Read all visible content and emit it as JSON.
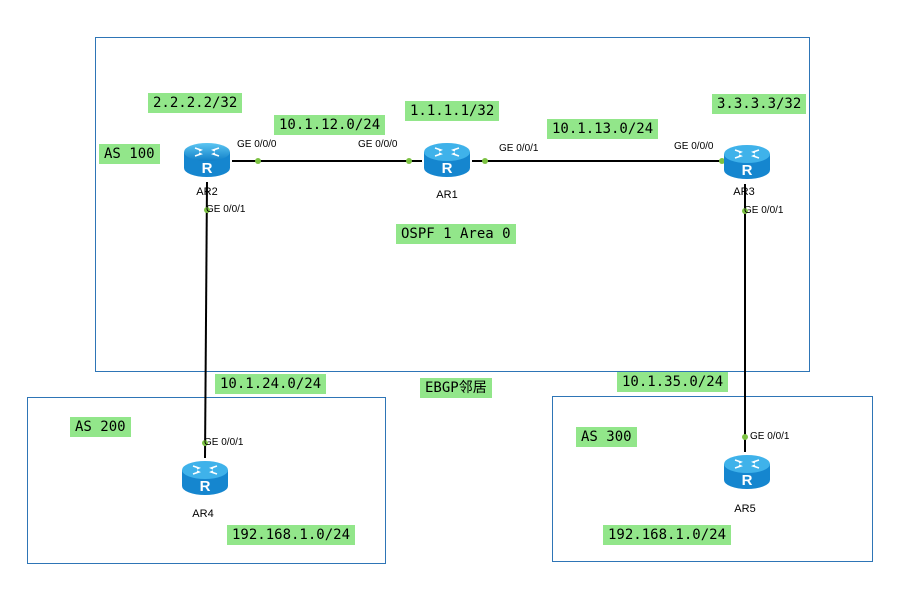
{
  "as_areas": {
    "as100": {
      "label": "AS 100"
    },
    "as200": {
      "label": "AS 200"
    },
    "as300": {
      "label": "AS 300"
    }
  },
  "routers": {
    "ar1": {
      "name": "AR1",
      "loopback": "1.1.1.1/32"
    },
    "ar2": {
      "name": "AR2",
      "loopback": "2.2.2.2/32"
    },
    "ar3": {
      "name": "AR3",
      "loopback": "3.3.3.3/32"
    },
    "ar4": {
      "name": "AR4"
    },
    "ar5": {
      "name": "AR5"
    }
  },
  "links": {
    "ar2_ar1": {
      "subnet": "10.1.12.0/24",
      "port_a": "GE 0/0/0",
      "port_b": "GE 0/0/0"
    },
    "ar1_ar3": {
      "subnet": "10.1.13.0/24",
      "port_a": "GE 0/0/1",
      "port_b": "GE 0/0/0"
    },
    "ar2_ar4": {
      "subnet": "10.1.24.0/24",
      "port_a": "GE 0/0/1",
      "port_b": "GE 0/0/1"
    },
    "ar3_ar5": {
      "subnet": "10.1.35.0/24",
      "port_a": "GE 0/0/1",
      "port_b": "GE 0/0/1"
    }
  },
  "networks": {
    "as200_lan": "192.168.1.0/24",
    "as300_lan": "192.168.1.0/24"
  },
  "annotations": {
    "ospf": "OSPF 1 Area 0",
    "ebgp": "EBGP邻居"
  },
  "colors": {
    "label_bg": "#92e68a",
    "box_border": "#2e75b6",
    "router_body": "#1e9fe0",
    "port_dot": "#7cc242"
  },
  "icons": {
    "router": "router-icon"
  }
}
